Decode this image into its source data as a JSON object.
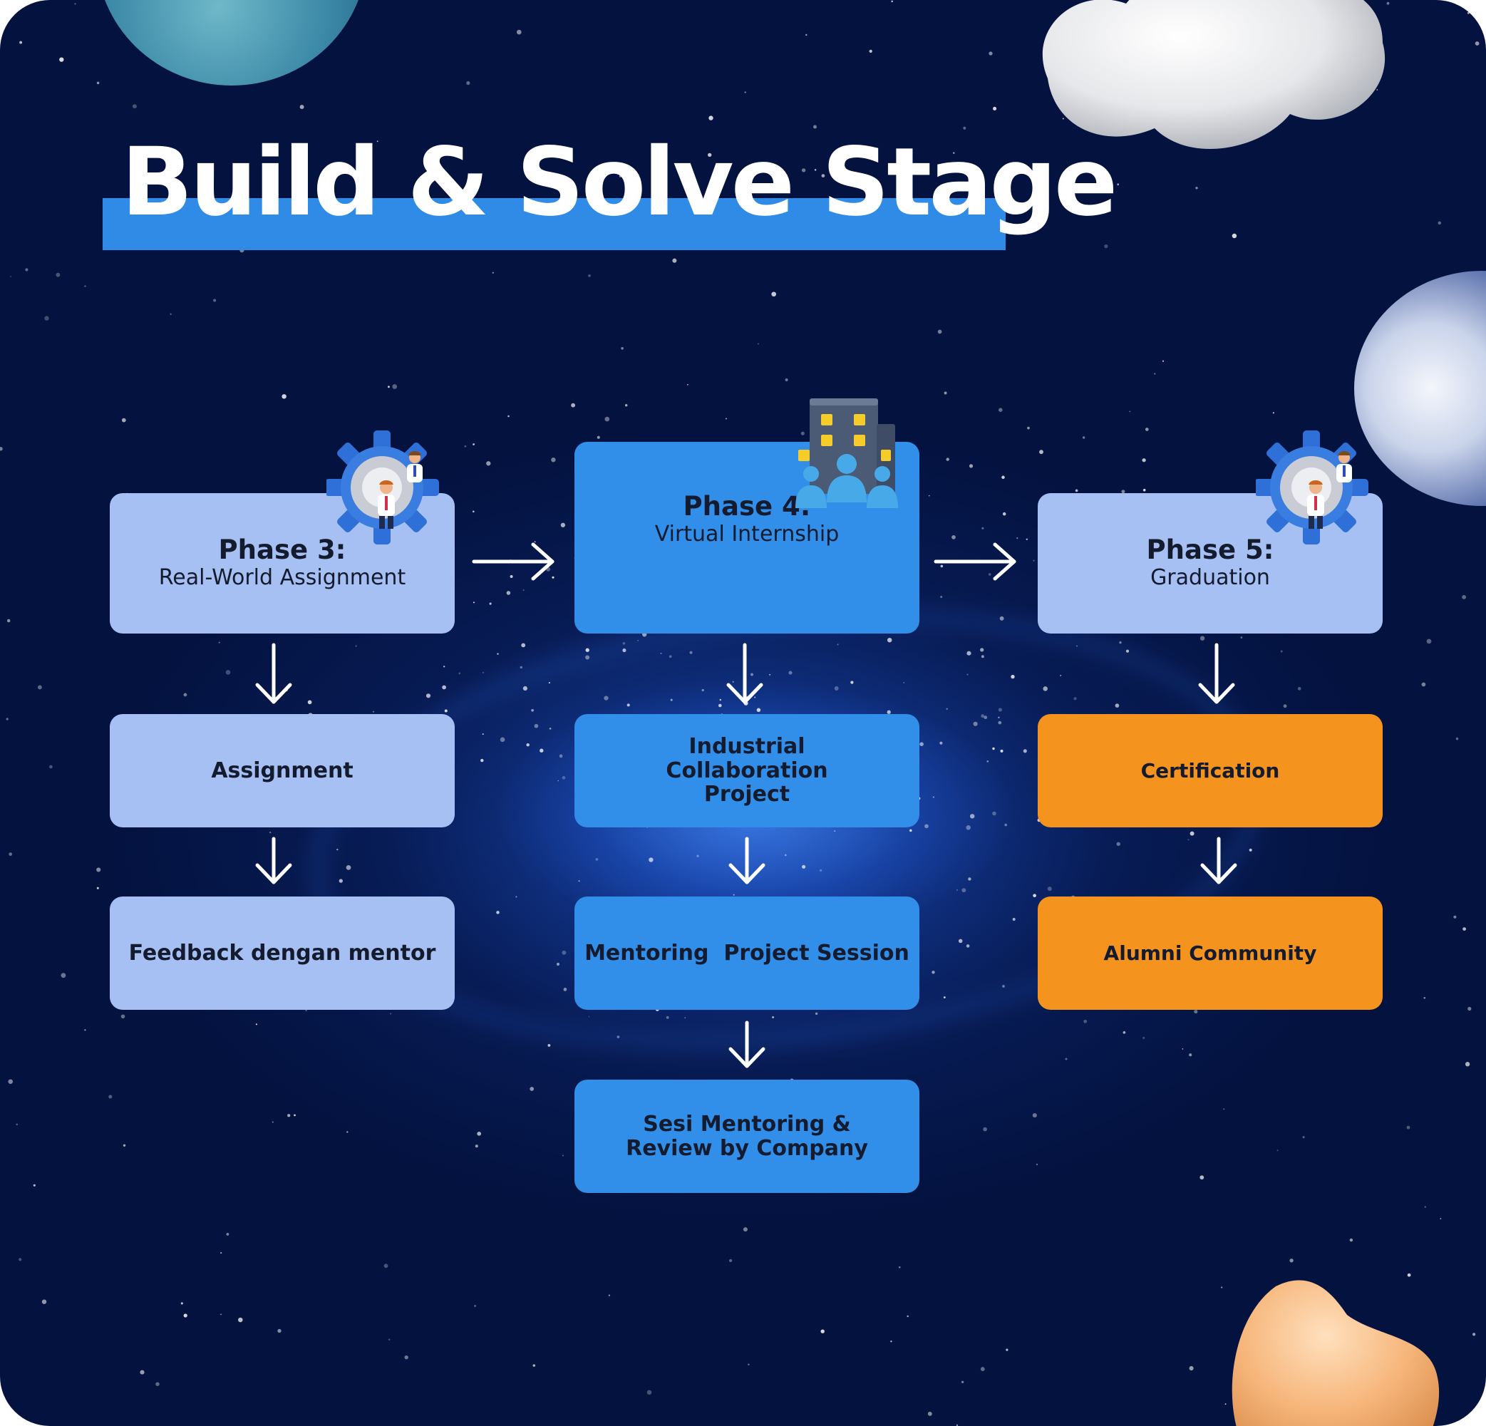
{
  "title": "Build & Solve Stage",
  "colors": {
    "background": "#03123f",
    "title_highlight": "#2f8be6",
    "light_box": "#a6c0f3",
    "blue_box": "#318ee9",
    "orange_box": "#f5931f",
    "text": "#141b2e",
    "arrow": "#ffffff"
  },
  "phases": [
    {
      "title": "Phase 3:",
      "subtitle": "Real-World Assignment",
      "icon": "gear-people-icon",
      "steps": [
        "Assignment",
        "Feedback dengan mentor"
      ]
    },
    {
      "title": "Phase 4:",
      "subtitle": "Virtual Internship",
      "icon": "office-building-team-icon",
      "steps": [
        "Industrial Collaboration Project",
        "Mentoring  Project Session",
        "Sesi Mentoring & Review by Company"
      ]
    },
    {
      "title": "Phase 5:",
      "subtitle": "Graduation",
      "icon": "gear-people-icon",
      "steps": [
        "Certification",
        "Alumni Community"
      ]
    }
  ]
}
